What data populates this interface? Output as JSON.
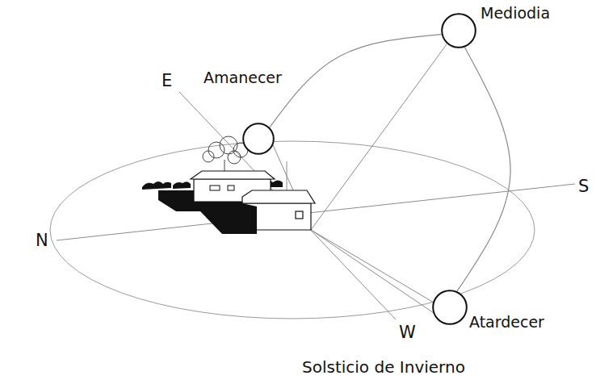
{
  "diagram": {
    "caption": "Solsticio de Invierno",
    "nodes": [
      {
        "text": [
          "Mediodia"
        ]
      },
      {
        "text": [
          "Amanecer"
        ]
      },
      {
        "text": [
          "Atardecer"
        ]
      }
    ],
    "edges": [
      {
        "from": 1,
        "to": 0,
        "arrow": "none"
      },
      {
        "from": 0,
        "to": 2,
        "arrow": "none"
      }
    ],
    "labels": [
      "E",
      "N",
      "S",
      "W"
    ]
  }
}
